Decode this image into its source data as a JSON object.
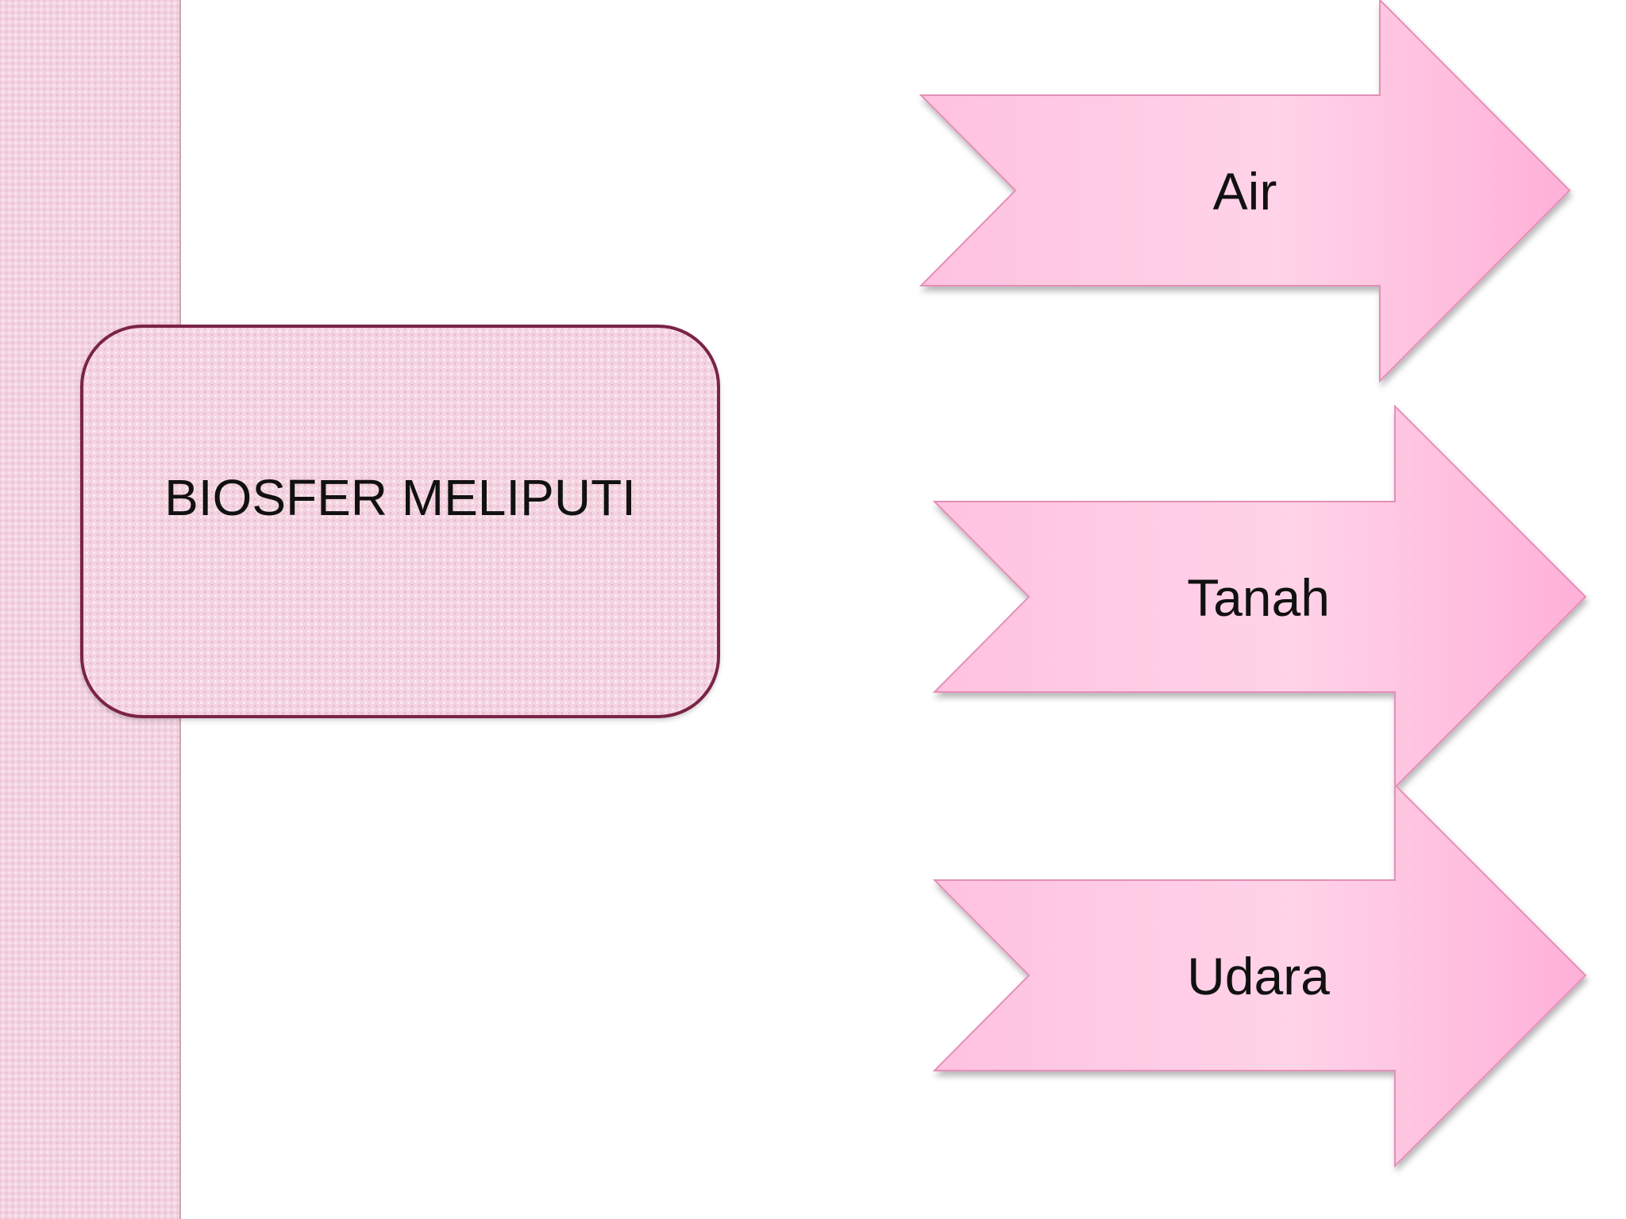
{
  "main_box": {
    "label": "BIOSFER MELIPUTI"
  },
  "arrows": [
    {
      "label": "Air"
    },
    {
      "label": "Tanah"
    },
    {
      "label": "Udara"
    }
  ],
  "colors": {
    "arrow_fill_light": "#ffd0e6",
    "arrow_fill_dark": "#ffaed6",
    "arrow_stroke": "#e58fb8",
    "box_border": "#7a2346",
    "box_fill": "#f4d4e1",
    "side_bar_fill": "#f3d3e0"
  }
}
